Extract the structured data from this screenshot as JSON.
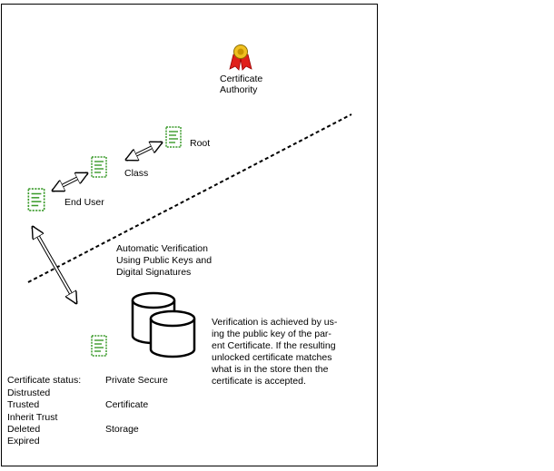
{
  "ca": {
    "line1": "Certificate",
    "line2": "Authority"
  },
  "nodes": {
    "root": "Root",
    "class": "Class",
    "end_user": "End User"
  },
  "verification_note": {
    "line1": "Automatic Verification",
    "line2": "Using Public Keys and",
    "line3": "Digital Signatures"
  },
  "explanation": {
    "line1": "Verification is achieved by us-",
    "line2": "ing the public key of the par-",
    "line3": "ent Certificate. If the resulting",
    "line4": "unlocked certificate matches",
    "line5": "what is in the store then the",
    "line6": "certificate is accepted."
  },
  "status": {
    "heading": "Certificate status:",
    "items": [
      "Distrusted",
      "Trusted",
      "Inherit Trust",
      "Deleted",
      "Expired"
    ]
  },
  "store": {
    "line1": "Private Secure",
    "line2": "Certificate",
    "line3": "Storage"
  },
  "colors": {
    "certificate_green": "#3a9a2a",
    "ca_red": "#e0201a",
    "ca_gold": "#f0c020"
  }
}
